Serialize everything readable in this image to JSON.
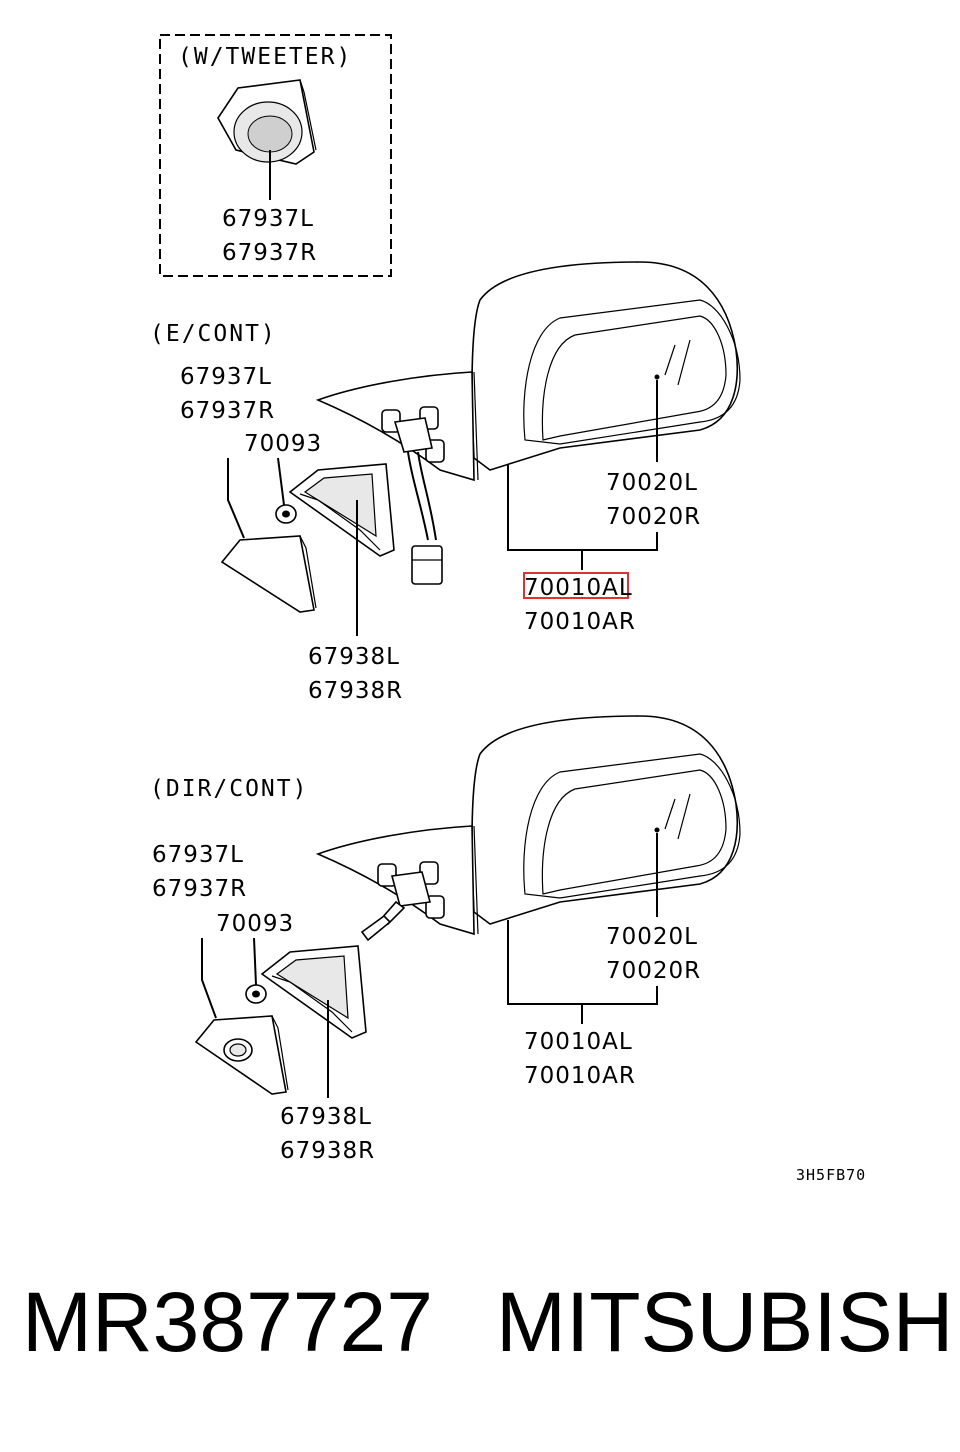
{
  "sections": {
    "tweeter": "(W/TWEETER)",
    "econt": "(E/CONT)",
    "dircont": "(DIR/CONT)"
  },
  "labels": {
    "t_67937L": "67937L",
    "t_67937R": "67937R",
    "e_67937L": "67937L",
    "e_67937R": "67937R",
    "e_70093": "70093",
    "e_70020L": "70020L",
    "e_70020R": "70020R",
    "e_70010AL": "70010AL",
    "e_70010AR": "70010AR",
    "e_67938L": "67938L",
    "e_67938R": "67938R",
    "d_67937L": "67937L",
    "d_67937R": "67937R",
    "d_70093": "70093",
    "d_70020L": "70020L",
    "d_70020R": "70020R",
    "d_70010AL": "70010AL",
    "d_70010AR": "70010AR",
    "d_67938L": "67938L",
    "d_67938R": "67938R"
  },
  "highlight": {
    "label": "70010AL",
    "color": "#e03030"
  },
  "drawing_code": "3H5FB70",
  "footer": {
    "part_number": "MR387727",
    "brand": "MITSUBISHI"
  }
}
